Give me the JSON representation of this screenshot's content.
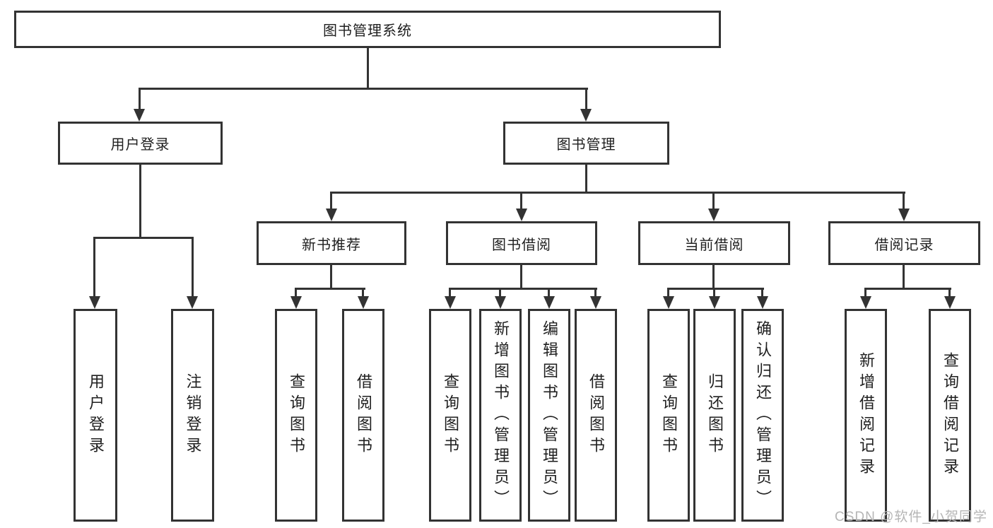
{
  "tree": {
    "root": "图书管理系统",
    "children": [
      {
        "label": "用户登录",
        "children": [
          "用户登录",
          "注销登录"
        ]
      },
      {
        "label": "图书管理",
        "children": [
          {
            "label": "新书推荐",
            "children": [
              "查询图书",
              "借阅图书"
            ]
          },
          {
            "label": "图书借阅",
            "children": [
              "查询图书",
              "新增图书（管理员）",
              "编辑图书（管理员）",
              "借阅图书"
            ]
          },
          {
            "label": "当前借阅",
            "children": [
              "查询图书",
              "归还图书",
              "确认归还（管理员）"
            ]
          },
          {
            "label": "借阅记录",
            "children": [
              "新增借阅记录",
              "查询借阅记录"
            ]
          }
        ]
      }
    ]
  },
  "watermark": {
    "text": "CSDN @软件_小贺同学"
  },
  "colors": {
    "line": "#333333",
    "text": "#1f1f1f",
    "background": "#ffffff",
    "watermark": "#b5b5b5"
  }
}
